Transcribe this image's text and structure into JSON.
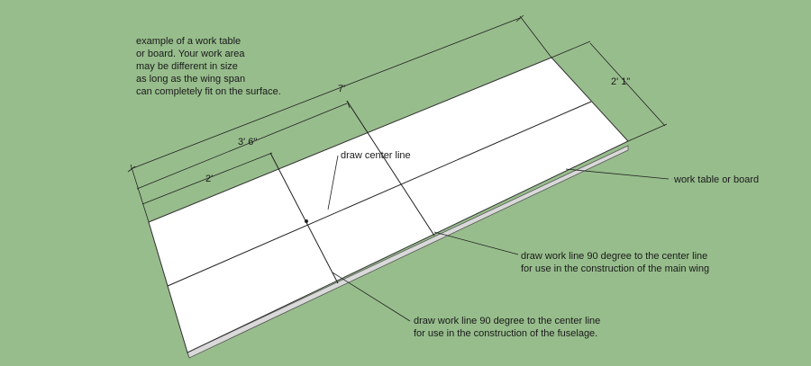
{
  "colors": {
    "background": "#97bd8c",
    "board_top": "#ffffff",
    "board_edge": "#d9d9d9",
    "line": "#000000"
  },
  "intro_note": {
    "lines": [
      "example of a work table",
      "or board. Your work area",
      "may be different in size",
      "as long as the wing span",
      "can completely fit on the surface."
    ]
  },
  "dimensions": {
    "length": "7'",
    "width": "2' 1\"",
    "wing_line_offset": "3' 6\"",
    "fuselage_line_offset": "2'"
  },
  "callouts": {
    "center_line": "draw center line",
    "board": "work table or board",
    "wing_line": [
      "draw work line 90 degree to the center line",
      "for use in the construction of the main wing"
    ],
    "fuselage_line": [
      "draw work line 90 degree to the center line",
      "for use in the construction of the fuselage."
    ]
  }
}
